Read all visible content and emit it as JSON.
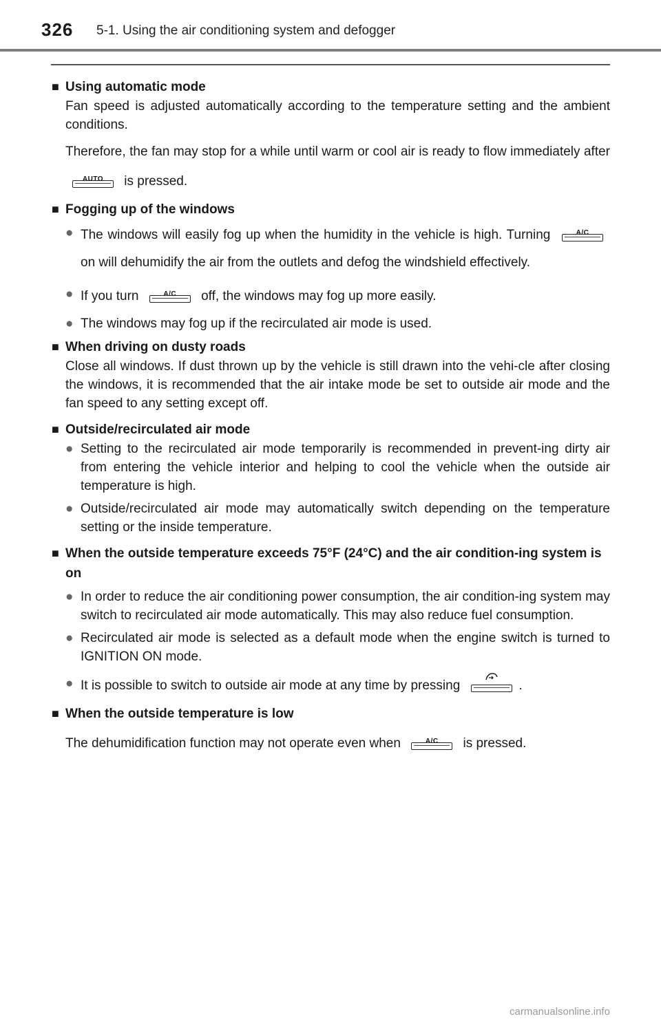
{
  "header": {
    "page_number": "326",
    "section_title": "5-1. Using the air conditioning system and defogger"
  },
  "keys": {
    "auto": "AUTO",
    "ac": "A/C"
  },
  "sections": {
    "auto_mode": {
      "heading": "Using automatic mode",
      "p1": "Fan speed is adjusted automatically according to the temperature setting and the ambient conditions.",
      "p2_before": "Therefore, the fan may stop for a while until warm or cool air is ready to flow immediately after",
      "p2_after": "is pressed."
    },
    "fogging": {
      "heading": "Fogging up of the windows",
      "b1_before": "The windows will easily fog up when the humidity in the vehicle is high. Turning",
      "b1_after": "on will dehumidify the air from the outlets and defog the windshield effectively.",
      "b2_before": "If you turn",
      "b2_after": "off, the windows may fog up more easily.",
      "b3": "The windows may fog up if the recirculated air mode is used."
    },
    "dusty": {
      "heading": "When driving on dusty roads",
      "p1": "Close all windows. If dust thrown up by the vehicle is still drawn into the vehi-cle after closing the windows, it is recommended that the air intake mode be set to outside air mode and the fan speed to any setting except off."
    },
    "recirc": {
      "heading": "Outside/recirculated air mode",
      "b1": "Setting to the recirculated air mode temporarily is recommended in prevent-ing dirty air from entering the vehicle interior and helping to cool the vehicle when the outside air temperature is high.",
      "b2": "Outside/recirculated air mode may automatically switch depending on the temperature setting or the inside temperature."
    },
    "hot": {
      "heading": "When the outside temperature exceeds 75°F (24°C) and the air condition-ing system is on",
      "b1": "In order to reduce the air conditioning power consumption, the air condition-ing system may switch to recirculated air mode automatically. This may also reduce fuel consumption.",
      "b2": "Recirculated air mode is selected as a default mode when the engine switch is turned to IGNITION ON mode.",
      "b3_before": "It is possible to switch to outside air mode at any time by pressing",
      "b3_after": "."
    },
    "cold": {
      "heading": "When the outside temperature is low",
      "p1_before": "The dehumidification function may not operate even when",
      "p1_after": "is pressed."
    }
  },
  "watermark": "carmanualsonline.info",
  "icons": {
    "heading_marker": "■",
    "bullet_marker": "●"
  }
}
